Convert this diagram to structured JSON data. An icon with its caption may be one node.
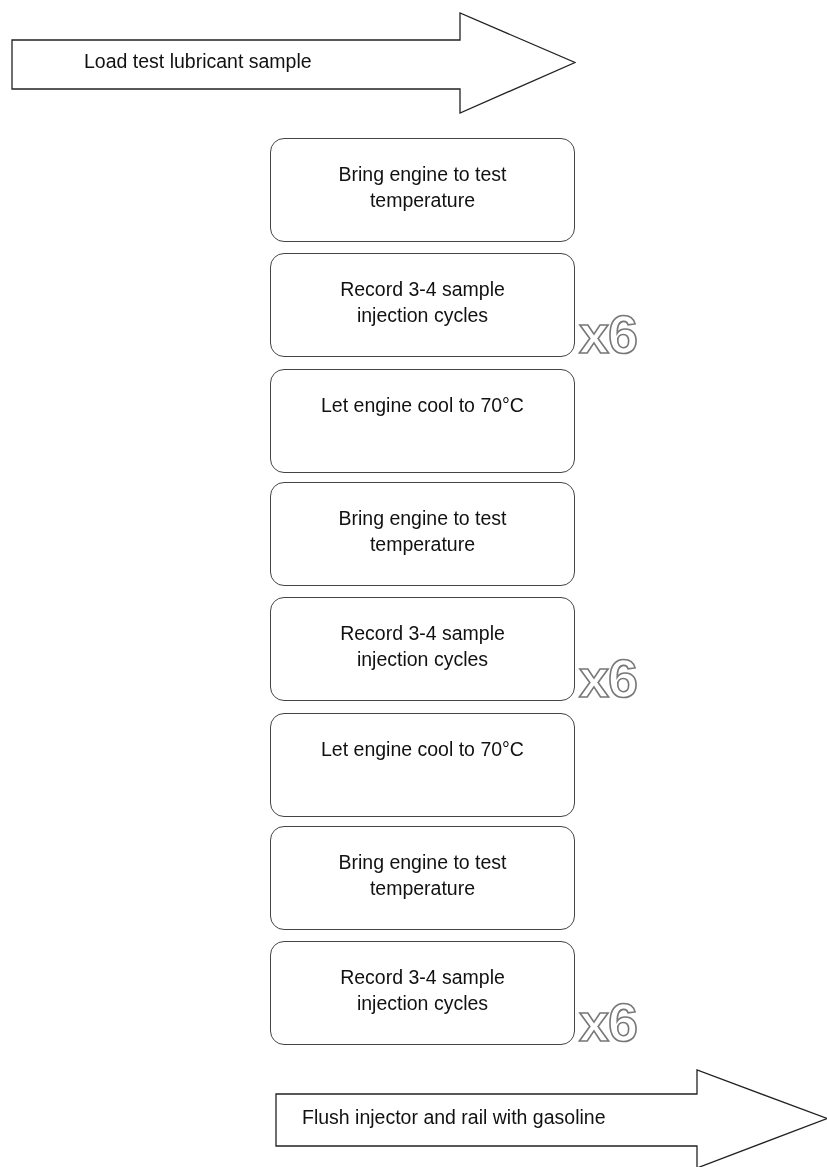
{
  "diagram": {
    "nodes": [
      {
        "text": [
          "Load test lubricant sample"
        ]
      },
      {
        "text": [
          "Bring engine to test temperature"
        ]
      },
      {
        "text": [
          "Record 3-4 sample injection cycles"
        ],
        "beside": [
          "x6"
        ]
      },
      {
        "text": [
          "Let engine cool to 70°C"
        ]
      },
      {
        "text": [
          "Bring engine to test temperature"
        ]
      },
      {
        "text": [
          "Record 3-4 sample injection cycles"
        ],
        "beside": [
          "x6"
        ]
      },
      {
        "text": [
          "Let engine cool to 70°C"
        ]
      },
      {
        "text": [
          "Bring engine to test temperature"
        ]
      },
      {
        "text": [
          "Record 3-4 sample injection cycles"
        ],
        "beside": [
          "x6"
        ]
      },
      {
        "text": [
          "Flush injector and rail with gasoline"
        ]
      }
    ]
  }
}
